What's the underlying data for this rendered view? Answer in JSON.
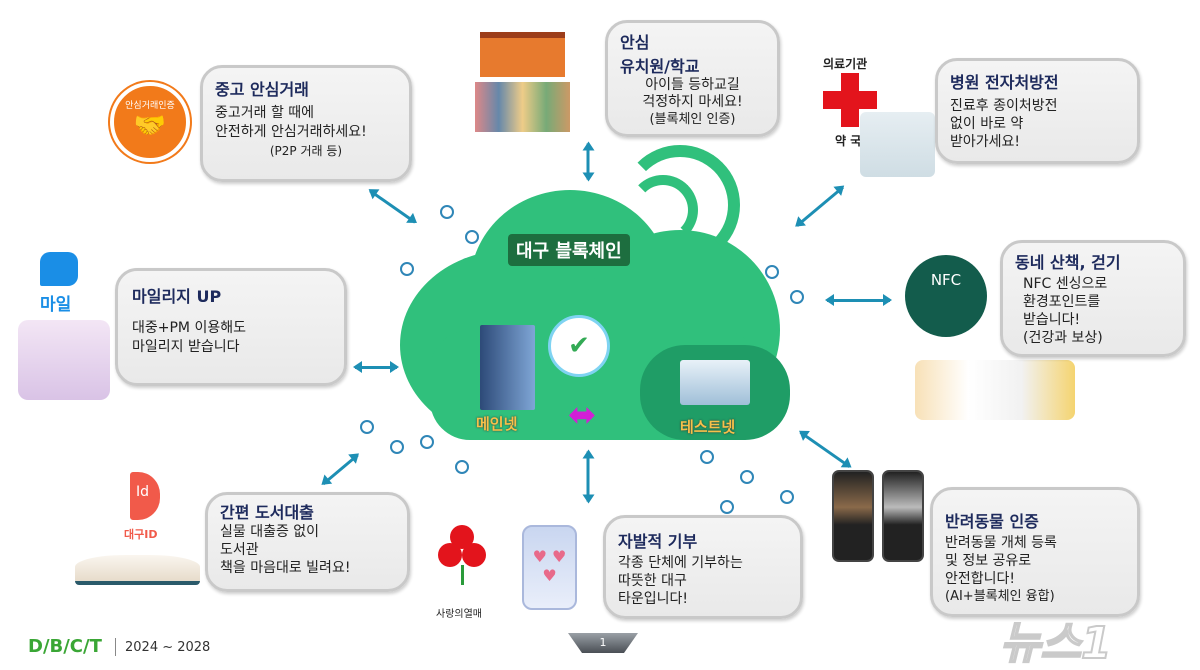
{
  "center": {
    "title": "대구 블록체인",
    "mainnet": "메인넷",
    "testnet": "테스트넷"
  },
  "boxes": {
    "secondhand": {
      "title": "중고 안심거래",
      "lines": [
        "중고거래 할 때에",
        "안전하게 안심거래하세요!",
        "(P2P 거래 등)"
      ],
      "badge": "안심거래인증"
    },
    "school": {
      "title1": "안심",
      "title2": "유치원/학교",
      "lines": [
        "아이들 등하교길",
        "걱정하지 마세요!",
        "(블록체인 인증)"
      ]
    },
    "hospital": {
      "title": "병원 전자처방전",
      "lines": [
        "진료후 종이처방전",
        "없이 바로 약",
        "받아가세요!"
      ],
      "label_medical": "의료기관",
      "label_pharmacy": "약 국"
    },
    "mileage": {
      "title": "마일리지 UP",
      "lines": [
        "대중+PM 이용해도",
        "마일리지 받습니다"
      ],
      "logo": "마일"
    },
    "walk": {
      "title": "동네 산책, 걷기",
      "lines": [
        "NFC 센싱으로",
        "환경포인트를",
        "받습니다!",
        "(건강과 보상)"
      ],
      "nfc": "NFC"
    },
    "library": {
      "title": "간편 도서대출",
      "lines": [
        "실물 대출증 없이",
        "도서관",
        "책을 마음대로 빌려요!"
      ],
      "logo_id": "Id",
      "logo_text": "대구ID"
    },
    "donation": {
      "title": "자발적 기부",
      "lines": [
        "각종 단체에 기부하는",
        "따뜻한 대구",
        "타운입니다!"
      ],
      "logo_text": "사랑의열매"
    },
    "pet": {
      "title": "반려동물 인증",
      "lines": [
        "반려동물 개체 등록",
        "및 정보 공유로",
        "안전합니다!",
        "(AI+블록체인 융합)"
      ]
    }
  },
  "footer": {
    "brand": "D/B/C/T",
    "period": "2024 ~ 2028",
    "page": "1"
  },
  "watermark": "뉴스1",
  "colors": {
    "cloud": "#30c07c",
    "arrow": "#1d8fb4",
    "title": "#1d2a5c",
    "brand": "#3aa635"
  }
}
